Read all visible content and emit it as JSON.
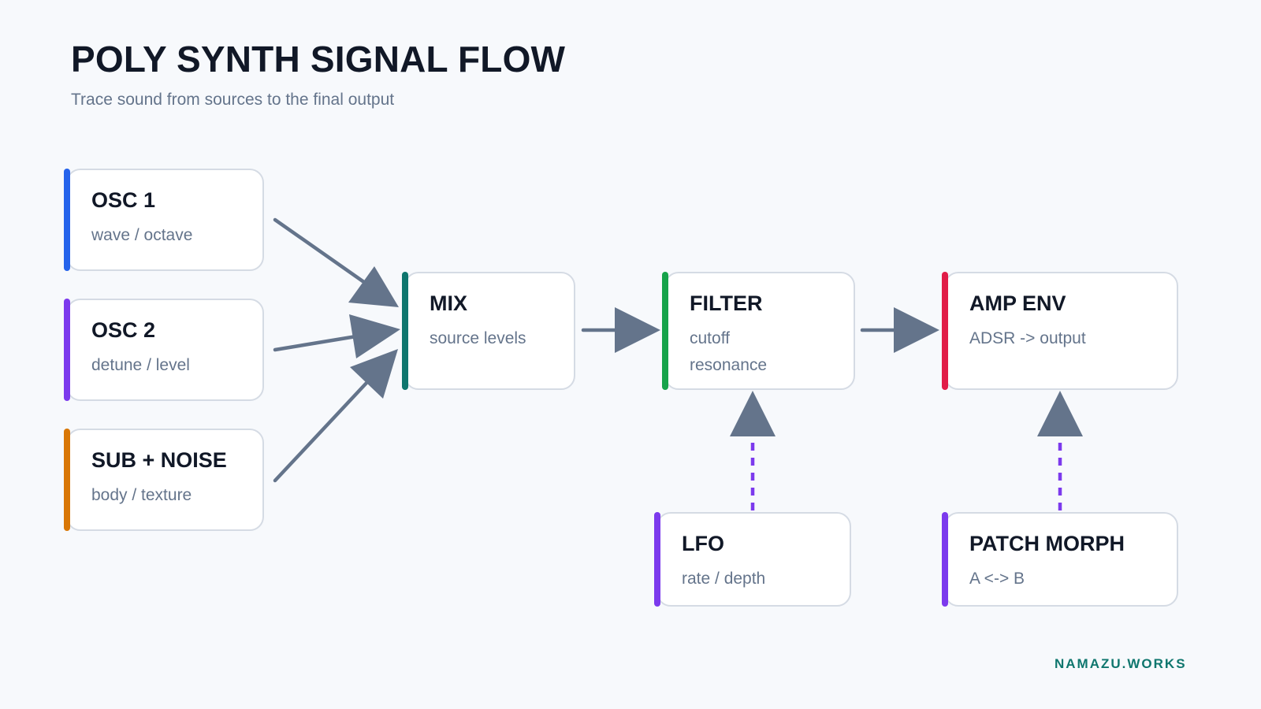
{
  "header": {
    "title": "POLY SYNTH SIGNAL FLOW",
    "subtitle": "Trace sound from sources to the final output"
  },
  "nodes": {
    "osc1": {
      "label": "OSC 1",
      "desc": "wave / octave",
      "color": "#2563eb"
    },
    "osc2": {
      "label": "OSC 2",
      "desc": "detune / level",
      "color": "#7c3aed"
    },
    "sub": {
      "label": "SUB + NOISE",
      "desc": "body / texture",
      "color": "#d97706"
    },
    "mix": {
      "label": "MIX",
      "desc": "source levels",
      "color": "#0f766e"
    },
    "filter": {
      "label": "FILTER",
      "desc": "cutoff\nresonance",
      "color": "#16a34a"
    },
    "ampenv": {
      "label": "AMP ENV",
      "desc": "ADSR -> output",
      "color": "#e11d48"
    },
    "lfo": {
      "label": "LFO",
      "desc": "rate / depth",
      "color": "#7c3aed"
    },
    "morph": {
      "label": "PATCH MORPH",
      "desc": "A <-> B",
      "color": "#7c3aed"
    }
  },
  "edges": [
    {
      "from": "osc1",
      "to": "mix",
      "style": "solid"
    },
    {
      "from": "osc2",
      "to": "mix",
      "style": "solid"
    },
    {
      "from": "sub",
      "to": "mix",
      "style": "solid"
    },
    {
      "from": "mix",
      "to": "filter",
      "style": "solid"
    },
    {
      "from": "filter",
      "to": "ampenv",
      "style": "solid"
    },
    {
      "from": "lfo",
      "to": "filter",
      "style": "dashed"
    },
    {
      "from": "morph",
      "to": "ampenv",
      "style": "dashed"
    }
  ],
  "colors": {
    "arrow": "#64748b",
    "modulation": "#7c3aed",
    "brand": "#0f766e"
  },
  "footer": {
    "brand": "NAMAZU.WORKS"
  }
}
